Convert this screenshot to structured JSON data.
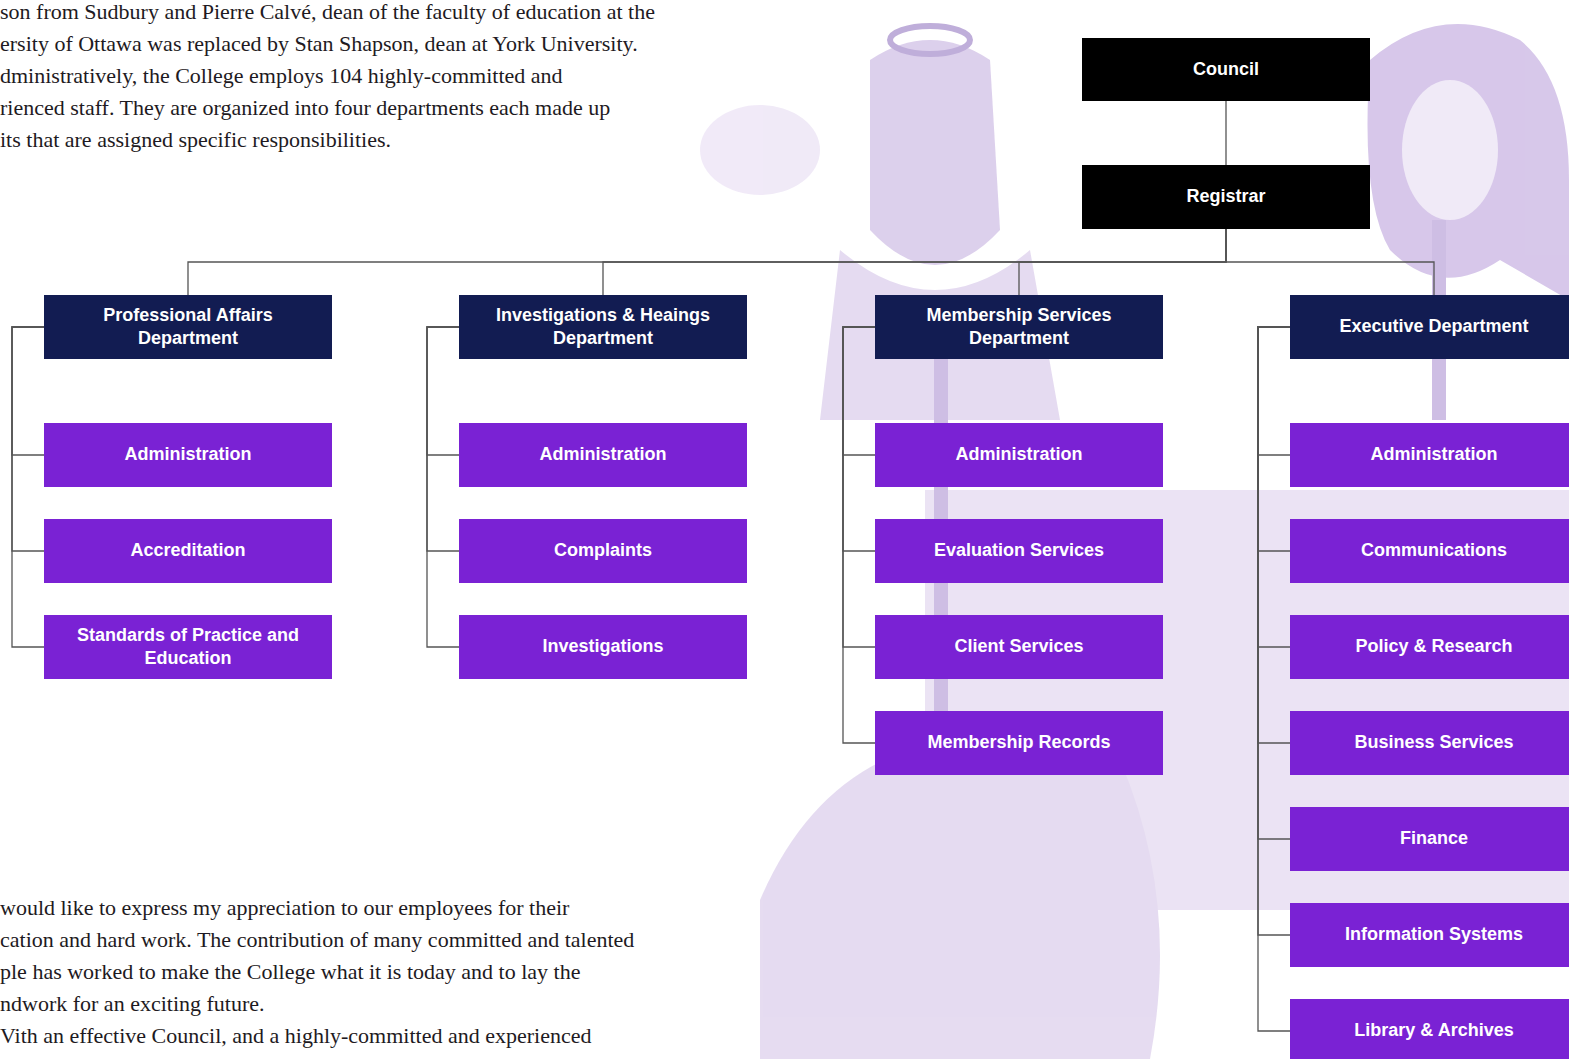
{
  "diagram": {
    "nodes": [
      {
        "text": [
          "Council"
        ]
      },
      {
        "text": [
          "Registrar"
        ]
      },
      {
        "text": [
          "Professional Affairs Department"
        ]
      },
      {
        "text": [
          "Investigations & Heaings Department"
        ]
      },
      {
        "text": [
          "Membership Services Department"
        ]
      },
      {
        "text": [
          "Executive Department"
        ]
      },
      {
        "text": [
          "Administration"
        ]
      },
      {
        "text": [
          "Accreditation"
        ]
      },
      {
        "text": [
          "Standards of Practice and Education"
        ]
      },
      {
        "text": [
          "Administration"
        ]
      },
      {
        "text": [
          "Complaints"
        ]
      },
      {
        "text": [
          "Investigations"
        ]
      },
      {
        "text": [
          "Administration"
        ]
      },
      {
        "text": [
          "Evaluation Services"
        ]
      },
      {
        "text": [
          "Client Services"
        ]
      },
      {
        "text": [
          "Membership Records"
        ]
      },
      {
        "text": [
          "Administration"
        ]
      },
      {
        "text": [
          "Communications"
        ]
      },
      {
        "text": [
          "Policy & Research"
        ]
      },
      {
        "text": [
          "Business Services"
        ]
      },
      {
        "text": [
          "Finance"
        ]
      },
      {
        "text": [
          "Information Systems"
        ]
      },
      {
        "text": [
          "Library & Archives"
        ]
      }
    ],
    "edges": [
      {
        "from": 0,
        "to": 1,
        "arrow": "none"
      },
      {
        "from": 1,
        "to": 2,
        "arrow": "none"
      },
      {
        "from": 1,
        "to": 3,
        "arrow": "none"
      },
      {
        "from": 1,
        "to": 4,
        "arrow": "none"
      },
      {
        "from": 1,
        "to": 5,
        "arrow": "none"
      },
      {
        "from": 2,
        "to": 6,
        "arrow": "none"
      },
      {
        "from": 2,
        "to": 7,
        "arrow": "none"
      },
      {
        "from": 2,
        "to": 8,
        "arrow": "none"
      },
      {
        "from": 3,
        "to": 9,
        "arrow": "none"
      },
      {
        "from": 3,
        "to": 10,
        "arrow": "none"
      },
      {
        "from": 3,
        "to": 11,
        "arrow": "none"
      },
      {
        "from": 4,
        "to": 12,
        "arrow": "none"
      },
      {
        "from": 4,
        "to": 13,
        "arrow": "none"
      },
      {
        "from": 4,
        "to": 14,
        "arrow": "none"
      },
      {
        "from": 4,
        "to": 15,
        "arrow": "none"
      },
      {
        "from": 5,
        "to": 16,
        "arrow": "none"
      },
      {
        "from": 5,
        "to": 17,
        "arrow": "none"
      },
      {
        "from": 5,
        "to": 18,
        "arrow": "none"
      },
      {
        "from": 5,
        "to": 19,
        "arrow": "none"
      },
      {
        "from": 5,
        "to": 20,
        "arrow": "none"
      },
      {
        "from": 5,
        "to": 21,
        "arrow": "none"
      },
      {
        "from": 5,
        "to": 22,
        "arrow": "none"
      }
    ],
    "labels": [
      "son from Sudbury and Pierre Calvé, dean of the faculty of education at the",
      "ersity of Ottawa was replaced by Stan Shapson, dean at York University.",
      "dministratively, the College employs 104 highly-committed and",
      "rienced staff. They are organized into four departments each made up",
      "its that are assigned specific responsibilities.",
      "would like to express my appreciation to our employees for their",
      "cation and hard work. The contribution of many committed and talented",
      "ple has worked to make the College what it is today and to lay the",
      "ndwork for an exciting future.",
      "Vith an effective Council, and a highly-committed and experienced"
    ]
  }
}
